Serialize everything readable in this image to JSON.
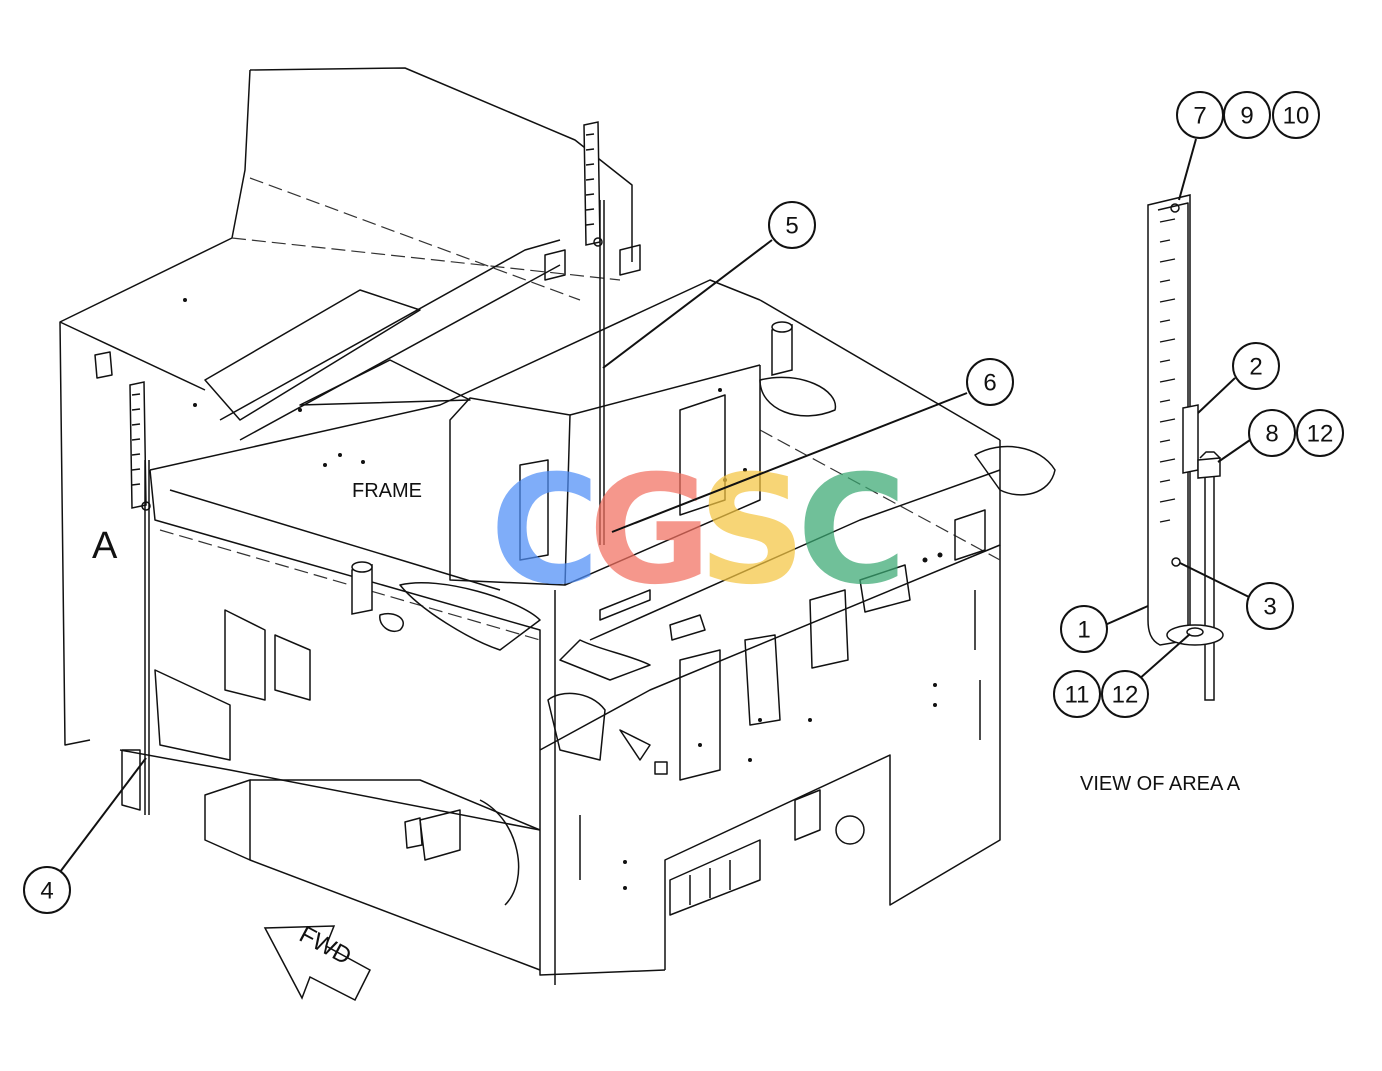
{
  "labels": {
    "frame": "FRAME",
    "area_marker": "A",
    "view_caption": "VIEW OF AREA A",
    "fwd_arrow": "FWD"
  },
  "callouts": {
    "c1": "1",
    "c2": "2",
    "c3": "3",
    "c4": "4",
    "c5": "5",
    "c6": "6",
    "c7": "7",
    "c8": "8",
    "c9": "9",
    "c10": "10",
    "c11": "11",
    "c12a": "12",
    "c12b": "12"
  },
  "watermark": {
    "letters": [
      "C",
      "G",
      "S",
      "C"
    ],
    "colors": [
      "#4f8ef7",
      "#f27060",
      "#f5c542",
      "#3aa872"
    ]
  }
}
